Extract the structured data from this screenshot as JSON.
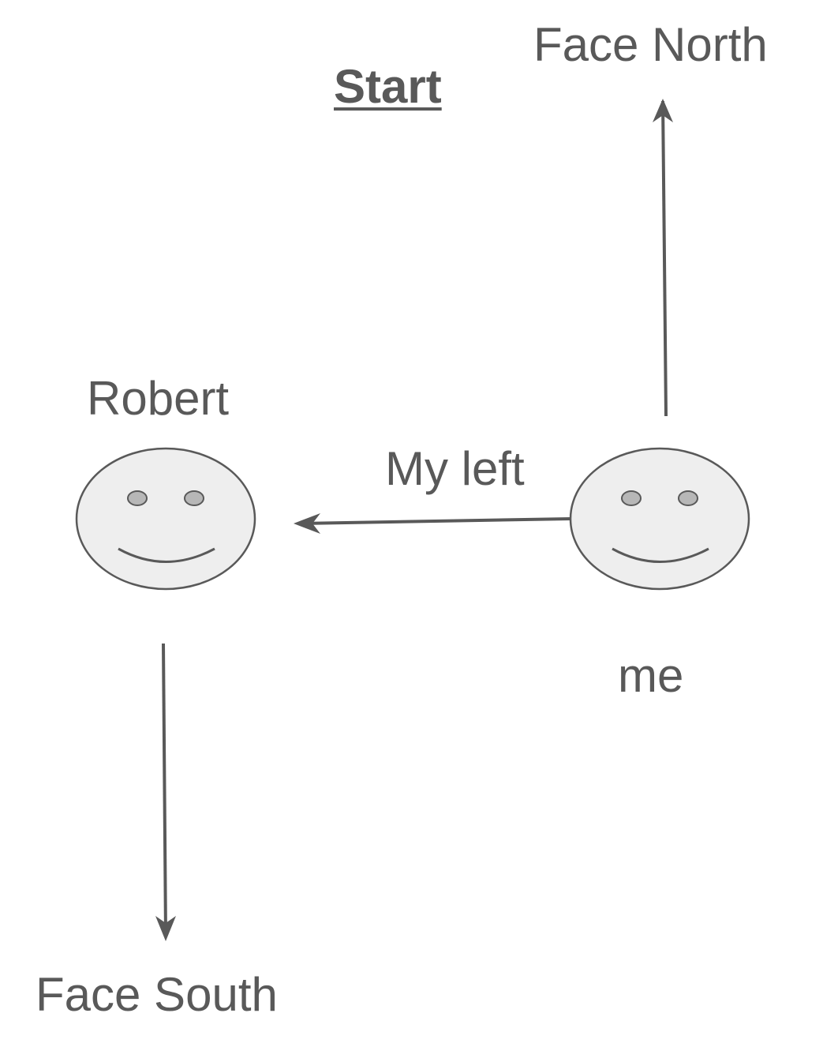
{
  "diagram": {
    "title": "Start",
    "labels": {
      "face_north": "Face North",
      "face_south": "Face South",
      "robert": "Robert",
      "me": "me",
      "my_left": "My left"
    },
    "colors": {
      "stroke": "#595959",
      "face_fill": "#eeeeee",
      "eye_fill": "#b7b7b7",
      "text": "#595959"
    },
    "arrows": [
      {
        "from": "me",
        "to": "face_north",
        "direction": "up"
      },
      {
        "from": "me",
        "to": "robert",
        "direction": "left",
        "label": "my_left"
      },
      {
        "from": "robert",
        "to": "face_south",
        "direction": "down"
      }
    ]
  }
}
